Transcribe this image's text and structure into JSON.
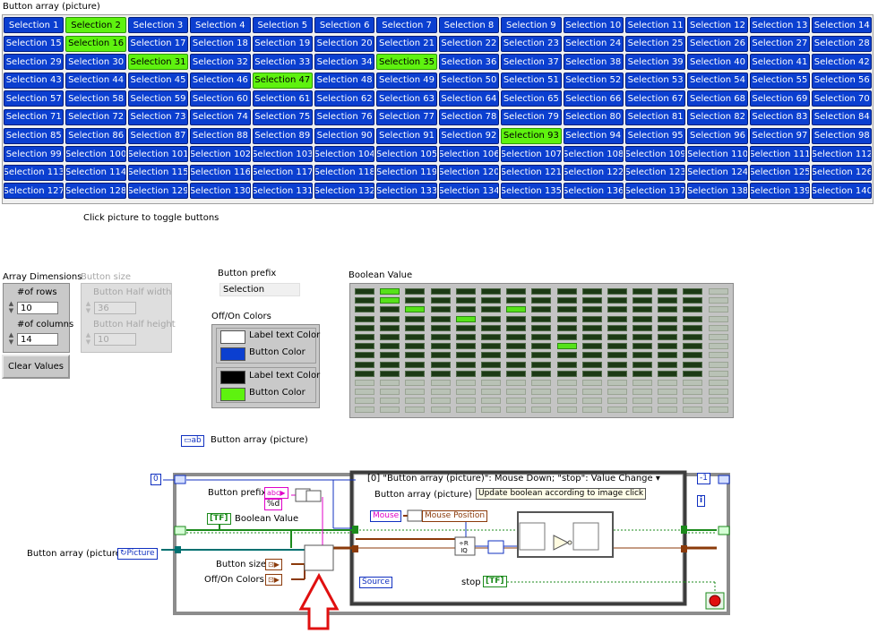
{
  "front_panel": {
    "grid_title": "Button array (picture)",
    "rows": 10,
    "cols": 14,
    "button_prefix_label": "Selection",
    "on_selections": [
      2,
      16,
      31,
      35,
      47,
      93
    ],
    "hint": "Click picture to toggle buttons",
    "array_dimensions": {
      "title": "Array Dimensions",
      "rows_label": "#of rows",
      "rows_value": "10",
      "cols_label": "#of columns",
      "cols_value": "14"
    },
    "button_size": {
      "title": "Button size",
      "half_width_label": "Button Half width",
      "half_width_value": "36",
      "half_height_label": "Button Half height",
      "half_height_value": "10"
    },
    "clear_button": "Clear Values",
    "button_prefix": {
      "title": "Button prefix",
      "value": "Selection"
    },
    "colors": {
      "title": "Off/On Colors",
      "off_label_text": "Label text Color",
      "off_button": "Button Color",
      "on_label_text": "Label text Color",
      "on_button": "Button Color",
      "off_label_color": "#ffffff",
      "off_button_color": "#0b3fd0",
      "on_label_color": "#000000",
      "on_button_color": "#5ef20f"
    },
    "boolean_value": {
      "title": "Boolean Value",
      "on_cells": [
        [
          0,
          1
        ],
        [
          1,
          1
        ],
        [
          2,
          2
        ],
        [
          2,
          6
        ],
        [
          3,
          4
        ],
        [
          6,
          8
        ]
      ]
    }
  },
  "block_diagram": {
    "picture_terminal": "Button array (picture)",
    "index_zero": "0",
    "button_prefix_label": "Button prefix",
    "format_code": "%d",
    "boolean_value_label": "Boolean Value",
    "picture_label": "Button array (picture)",
    "picture_tag": "Picture",
    "button_size_label": "Button size",
    "colors_label": "Off/On Colors",
    "event_case": "[0] \"Button array (picture)\": Mouse Down;  \"stop\": Value Change",
    "event_picture_label": "Button array (picture)",
    "comment": "Update boolean according to image click",
    "mouse_node": "Mouse",
    "mouse_position": "Mouse Position",
    "source": "Source",
    "stop_label": "stop",
    "loop_const": "-1",
    "loop_i": "i",
    "tf": "TF"
  }
}
